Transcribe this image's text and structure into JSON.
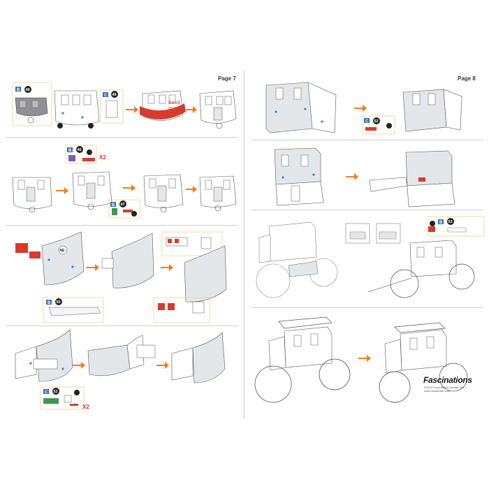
{
  "page7": {
    "label": "Page 7",
    "bend_note_line1": "Bend",
    "bend_note_line2": "inward",
    "step1_part_b": "48",
    "step1_part_c": "49",
    "step2_part_b": "46",
    "step2_part_c": "47",
    "step2_multiplier": "X2",
    "step3_callout": "NE",
    "step3_part_b": "50",
    "step4_part_c": "51",
    "step4_multiplier": "X2"
  },
  "page8": {
    "label": "Page 8",
    "step1_part_c": "52",
    "step3_part_b": "53",
    "brand": "Fascinations",
    "copyright": "©2019 Fascinations Seattle, WA",
    "website": "www.metalearth.com"
  },
  "colors": {
    "accent_orange": "#f07d1a",
    "bend_red": "#d93a2a",
    "label_blue": "#2f6fb5",
    "label_navy": "#243a72",
    "part_gray": "#8f8f96",
    "part_purple": "#7b5fa8",
    "part_green": "#3c9a4e",
    "dot_blue": "#1e90d8",
    "panel_fill": "#e4e7ea",
    "panel_stroke": "#555555"
  },
  "icons": [
    "arrow-right-icon",
    "rivet-dot-icon",
    "part-label-icon",
    "multiplier-icon"
  ]
}
